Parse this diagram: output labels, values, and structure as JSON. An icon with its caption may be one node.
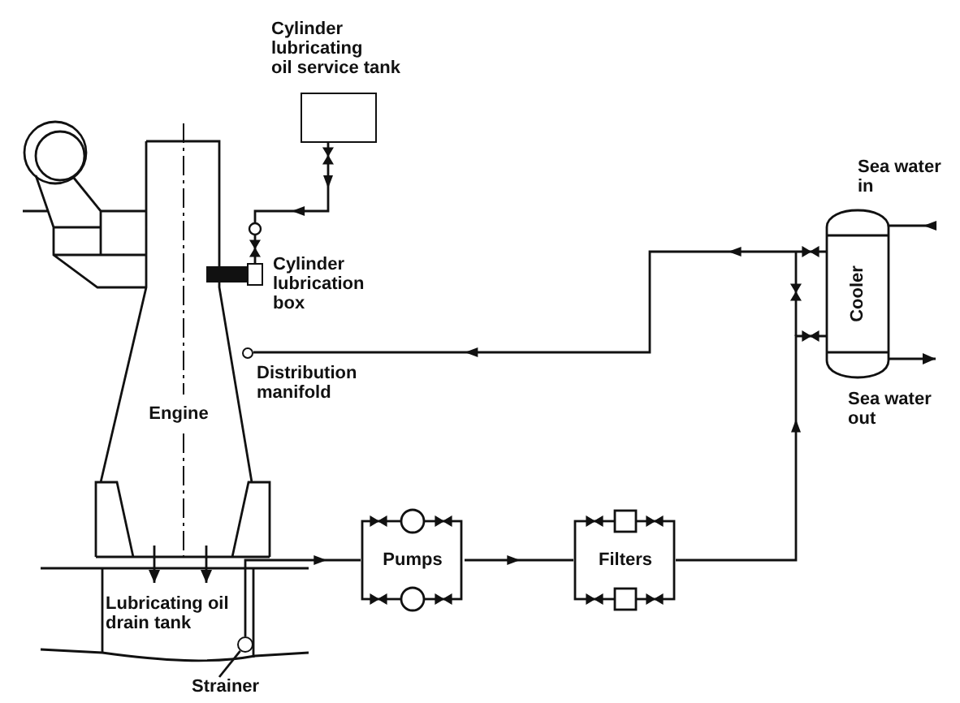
{
  "diagram": {
    "nodes": [
      {
        "text": [],
        "shape": "box",
        "beside": [
          "Cylinder lubricating oil service tank"
        ]
      },
      {
        "text": [],
        "shape": "box",
        "in": 2,
        "beside": [
          "Cylinder lubrication box"
        ]
      },
      {
        "text": [
          "Engine"
        ]
      },
      {
        "text": [],
        "shape": "circle",
        "in": 2,
        "beside": [
          "Distribution manifold"
        ]
      },
      {
        "text": [
          "Cooler"
        ]
      },
      {
        "text": [
          "Pumps"
        ]
      },
      {
        "text": [
          "Filters"
        ]
      },
      {
        "text": [
          "Lubricating oil drain tank"
        ]
      },
      {
        "text": [],
        "shape": "circle",
        "in": 7
      },
      {
        "text": [
          "Strainer"
        ]
      }
    ],
    "edges": [
      {
        "from": 0,
        "to": 1,
        "arrow": "to"
      },
      {
        "from": 2,
        "to": 7,
        "arrow": "to"
      },
      {
        "from": 2,
        "to": 7,
        "arrow": "to"
      },
      {
        "from": 8,
        "to": 5,
        "arrow": "to"
      },
      {
        "from": 5,
        "to": 6,
        "arrow": "to"
      },
      {
        "from": 6,
        "to": 4,
        "arrow": "to"
      },
      {
        "from": 4,
        "to": 3,
        "arrow": "to"
      },
      {
        "from": null,
        "to": 4,
        "arrow": "to"
      },
      {
        "from": 4,
        "to": null,
        "arrow": "to"
      },
      {
        "from": 9,
        "to": 8,
        "arrow": "none"
      }
    ],
    "labels": [
      "Sea water in",
      "Sea water out"
    ]
  }
}
